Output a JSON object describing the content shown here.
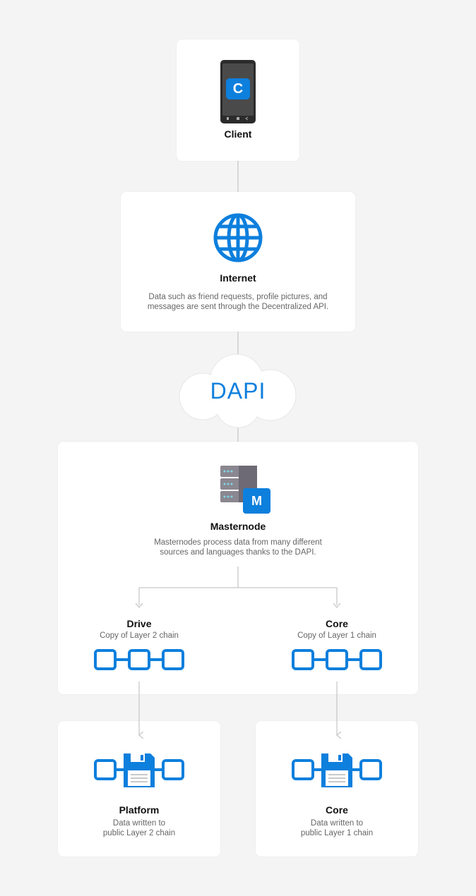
{
  "colors": {
    "accent": "#0d7fdd",
    "background": "#f4f4f4",
    "card": "#ffffff",
    "line": "#cccccc"
  },
  "client": {
    "title": "Client",
    "app_letter": "C",
    "icon": "phone-icon"
  },
  "internet": {
    "title": "Internet",
    "desc_line1": "Data such as friend requests, profile pictures, and",
    "desc_line2": "messages are sent through the Decentralized API.",
    "icon": "globe-icon"
  },
  "dapi": {
    "label": "DAPI",
    "icon": "cloud-icon"
  },
  "masternode": {
    "title": "Masternode",
    "badge": "M",
    "desc_line1": "Masternodes process data from many different",
    "desc_line2": "sources and languages thanks to the DAPI.",
    "icon": "server-icon",
    "drive": {
      "title": "Drive",
      "desc": "Copy of Layer 2 chain",
      "icon": "chain-icon"
    },
    "core": {
      "title": "Core",
      "desc": "Copy of Layer 1 chain",
      "icon": "chain-icon"
    }
  },
  "platform": {
    "title": "Platform",
    "desc_line1": "Data written to",
    "desc_line2": "public Layer 2 chain",
    "icon": "floppy-chain-icon"
  },
  "core_chain": {
    "title": "Core",
    "desc_line1": "Data written to",
    "desc_line2": "public Layer 1 chain",
    "icon": "floppy-chain-icon"
  }
}
